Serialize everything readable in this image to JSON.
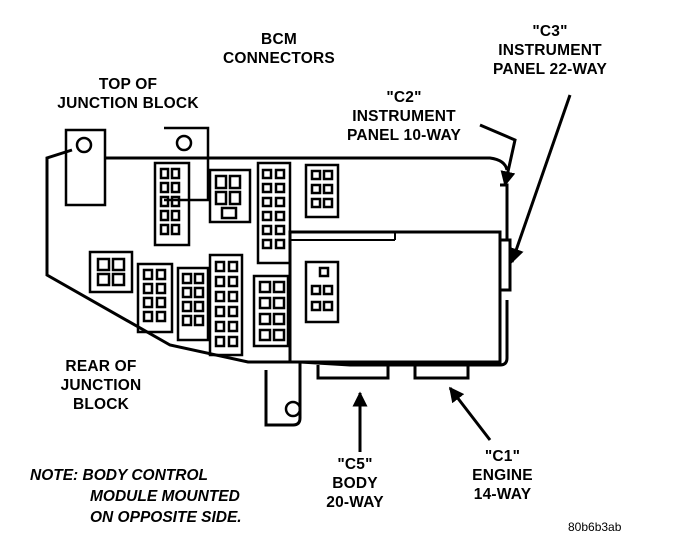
{
  "labels": {
    "bcm_connectors": [
      "BCM",
      "CONNECTORS"
    ],
    "top_of_junction_block": [
      "TOP OF",
      "JUNCTION BLOCK"
    ],
    "c3": [
      "\"C3\"",
      "INSTRUMENT",
      "PANEL 22-WAY"
    ],
    "c2": [
      "\"C2\"",
      "INSTRUMENT",
      "PANEL 10-WAY"
    ],
    "rear_of_junction_block": [
      "REAR OF",
      "JUNCTION",
      "BLOCK"
    ],
    "c5": [
      "\"C5\"",
      "BODY",
      "20-WAY"
    ],
    "c1": [
      "\"C1\"",
      "ENGINE",
      "14-WAY"
    ]
  },
  "note": [
    "NOTE: BODY CONTROL",
    "MODULE MOUNTED",
    "ON OPPOSITE SIDE."
  ],
  "figure_code": "80b6b3ab"
}
